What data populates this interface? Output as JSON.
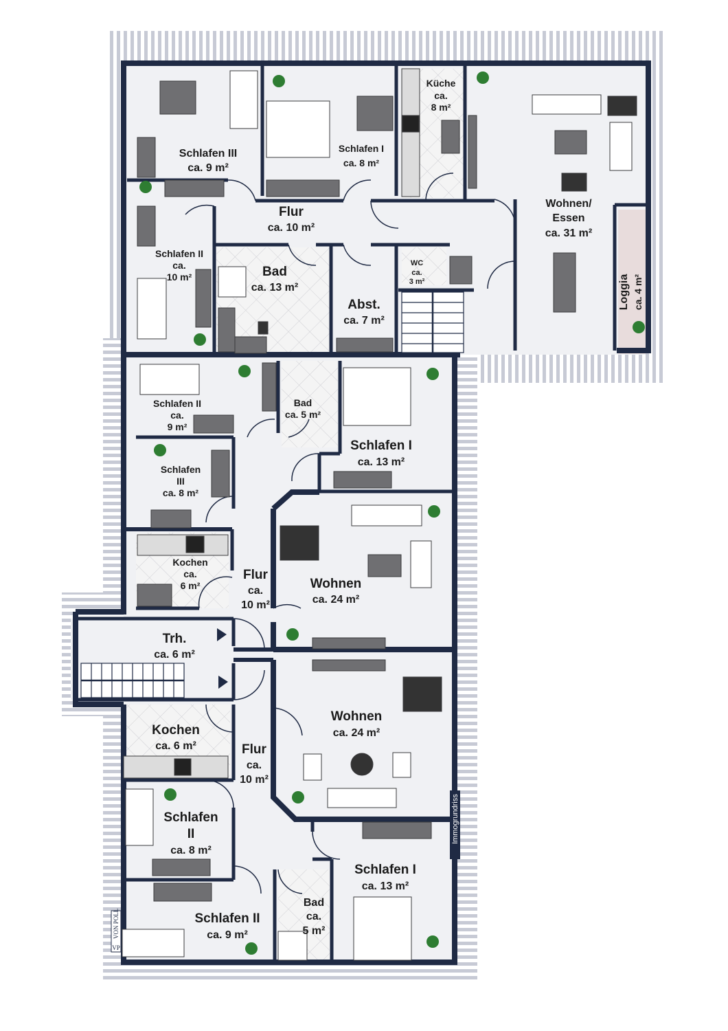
{
  "rooms": {
    "top_schlafen3": {
      "name": "Schlafen III",
      "area": "ca. 9 m²"
    },
    "top_schlafen1": {
      "name": "Schlafen I",
      "area": "ca. 8 m²"
    },
    "top_kueche": {
      "name": "Küche",
      "area_l1": "ca.",
      "area_l2": "8 m²"
    },
    "top_wohnen": {
      "name_l1": "Wohnen/",
      "name_l2": "Essen",
      "area": "ca. 31 m²"
    },
    "top_flur": {
      "name": "Flur",
      "area": "ca. 10 m²"
    },
    "top_schlafen2": {
      "name": "Schlafen II",
      "area_l1": "ca.",
      "area_l2": "10 m²"
    },
    "top_bad": {
      "name": "Bad",
      "area": "ca. 13 m²"
    },
    "top_abst": {
      "name": "Abst.",
      "area": "ca. 7 m²"
    },
    "top_wc": {
      "name": "WC",
      "area_l1": "ca.",
      "area_l2": "3 m²"
    },
    "top_loggia": {
      "name": "Loggia",
      "area": "ca. 4 m²"
    },
    "mid_schlafen2": {
      "name": "Schlafen II",
      "area_l1": "ca.",
      "area_l2": "9 m²"
    },
    "mid_bad": {
      "name": "Bad",
      "area": "ca. 5 m²"
    },
    "mid_schlafen1": {
      "name": "Schlafen I",
      "area": "ca. 13 m²"
    },
    "mid_schlafen3": {
      "name_l1": "Schlafen",
      "name_l2": "III",
      "area": "ca. 8 m²"
    },
    "mid_kochen": {
      "name": "Kochen",
      "area_l1": "ca.",
      "area_l2": "6 m²"
    },
    "mid_flur": {
      "name": "Flur",
      "area_l1": "ca.",
      "area_l2": "10 m²"
    },
    "mid_wohnen": {
      "name": "Wohnen",
      "area": "ca. 24 m²"
    },
    "trh": {
      "name": "Trh.",
      "area": "ca. 6 m²"
    },
    "bot_kochen": {
      "name": "Kochen",
      "area": "ca. 6 m²"
    },
    "bot_flur": {
      "name": "Flur",
      "area_l1": "ca.",
      "area_l2": "10 m²"
    },
    "bot_wohnen": {
      "name": "Wohnen",
      "area": "ca. 24 m²"
    },
    "bot_schlafen2a": {
      "name_l1": "Schlafen",
      "name_l2": "II",
      "area": "ca. 8 m²"
    },
    "bot_schlafen1": {
      "name": "Schlafen I",
      "area": "ca. 13 m²"
    },
    "bot_bad": {
      "name": "Bad",
      "area_l1": "ca.",
      "area_l2": "5 m²"
    },
    "bot_schlafen2b": {
      "name": "Schlafen II",
      "area": "ca. 9 m²"
    }
  },
  "watermark": "Immogrundriss",
  "brand": {
    "logo": "VP",
    "name": "VON POLL"
  },
  "colors": {
    "wall": "#1f2a44",
    "floor": "#f0f1f4",
    "roof": "#c9ccd6",
    "furniture": "#6f6f72",
    "plant": "#2e7d32"
  }
}
